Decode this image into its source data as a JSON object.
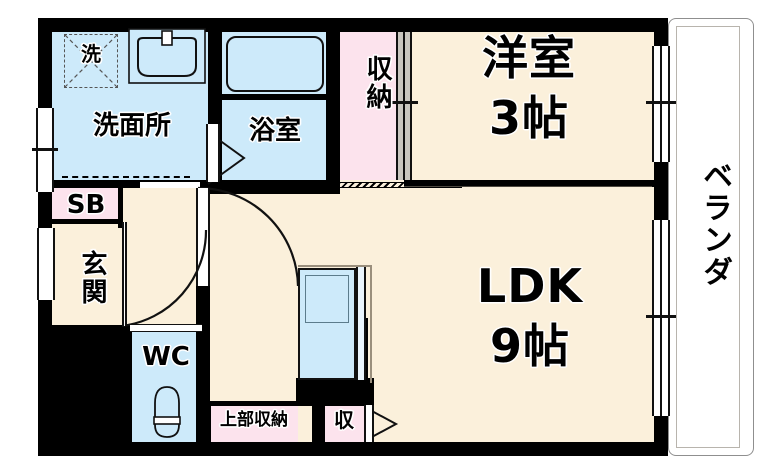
{
  "plan": {
    "title": "間取り図",
    "rooms": [
      {
        "key": "washroom",
        "label": "洗面所",
        "type": "wet",
        "fill": "#cdeafa"
      },
      {
        "key": "washer_space",
        "label": "洗",
        "type": "wet",
        "fill": "#cdeafa"
      },
      {
        "key": "bathroom",
        "label": "浴室",
        "type": "wet",
        "fill": "#cdeafa"
      },
      {
        "key": "closet_top",
        "label": "収納",
        "type": "store",
        "fill": "#fce3ed"
      },
      {
        "key": "bedroom",
        "label": "洋室",
        "size": "3帖",
        "type": "dry",
        "fill": "#fbf0db"
      },
      {
        "key": "veranda",
        "label": "ベランダ",
        "type": "outdoor",
        "fill": "#ffffff"
      },
      {
        "key": "shoebox",
        "label": "SB",
        "type": "store",
        "fill": "#fce3ed"
      },
      {
        "key": "entrance",
        "label": "玄関",
        "type": "dry",
        "fill": "#fbf0db"
      },
      {
        "key": "toilet",
        "label": "WC",
        "type": "wet",
        "fill": "#cdeafa"
      },
      {
        "key": "upper_storage",
        "label": "上部収納",
        "type": "store",
        "fill": "#fce3ed"
      },
      {
        "key": "closet_low",
        "label": "収",
        "type": "store",
        "fill": "#fce3ed"
      },
      {
        "key": "ldk",
        "label": "LDK",
        "size": "9帖",
        "type": "dry",
        "fill": "#fbf0db"
      }
    ],
    "labels": {
      "washroom": "洗面所",
      "washer": "洗",
      "bathroom": "浴室",
      "closet_top": "収納",
      "bedroom": "洋室",
      "bedroom_size": "3帖",
      "veranda": "ベランダ",
      "shoebox": "SB",
      "entrance": "玄関",
      "toilet": "WC",
      "upper_storage": "上部収納",
      "closet_low": "収",
      "ldk": "LDK",
      "ldk_size": "9帖"
    },
    "colors": {
      "wall": "#000000",
      "wet_area": "#cdeafa",
      "dry_area": "#fbf0db",
      "storage": "#fce3ed",
      "outdoor": "#ffffff",
      "text": "#000000"
    },
    "fixtures": [
      {
        "key": "washing-machine-space",
        "name": "洗"
      },
      {
        "key": "vanity-sink",
        "name": "洗面台"
      },
      {
        "key": "bathtub",
        "name": "浴槽"
      },
      {
        "key": "toilet-bowl",
        "name": "便器"
      },
      {
        "key": "kitchen-sink",
        "name": "流し台"
      }
    ]
  }
}
